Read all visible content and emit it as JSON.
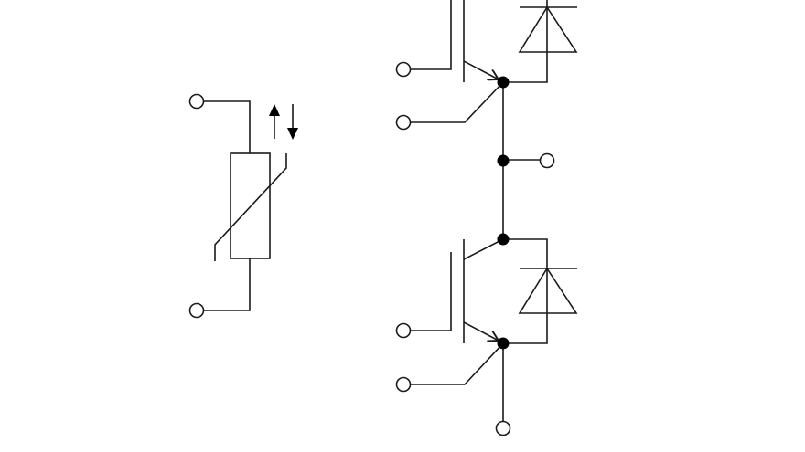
{
  "diagram": {
    "components": [
      "ntc-thermistor",
      "igbt-high-side",
      "diode-high-side",
      "igbt-low-side",
      "diode-low-side"
    ],
    "colors": {
      "line": "#1a1a1a",
      "background": "#ffffff",
      "node": "#000000"
    }
  }
}
